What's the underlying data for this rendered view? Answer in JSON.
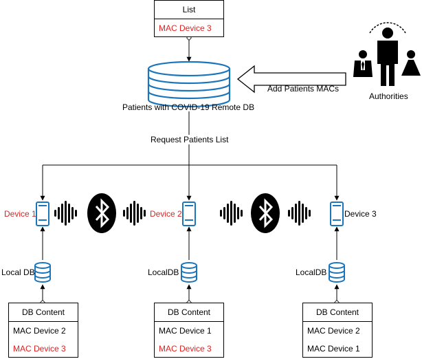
{
  "colors": {
    "accent_blue": "#1b75bb",
    "highlight_red": "#e02020",
    "line": "#000000"
  },
  "list_box": {
    "header": "List",
    "items": [
      {
        "text": "MAC Device 3",
        "color": "#e02020"
      }
    ]
  },
  "remote_db": {
    "label": "Patients with COVID-19 Remote DB",
    "icon": "database-icon"
  },
  "add_macs_label": "Add Patients MACs",
  "authorities_label": "Authorities",
  "request_label": "Request Patients List",
  "devices": [
    {
      "label": "Device 1",
      "color": "#e02020",
      "icon": "smartphone-icon"
    },
    {
      "label": "Device 2",
      "color": "#e02020",
      "icon": "smartphone-icon"
    },
    {
      "label": "Device 3",
      "color": "#000000",
      "icon": "smartphone-icon"
    }
  ],
  "local_db_labels": [
    "Local DB",
    "LocalDB",
    "LocalDB"
  ],
  "db_content_boxes": [
    {
      "header": "DB Content",
      "items": [
        {
          "text": "MAC Device 2",
          "color": "#000000"
        },
        {
          "text": "MAC Device 3",
          "color": "#e02020"
        }
      ]
    },
    {
      "header": "DB Content",
      "items": [
        {
          "text": "MAC Device 1",
          "color": "#000000"
        },
        {
          "text": "MAC Device 3",
          "color": "#e02020"
        }
      ]
    },
    {
      "header": "DB Content",
      "items": [
        {
          "text": "MAC Device 2",
          "color": "#000000"
        },
        {
          "text": "MAC Device 1",
          "color": "#000000"
        }
      ]
    }
  ],
  "icons": [
    "database-icon",
    "smartphone-icon",
    "bluetooth-icon",
    "sound-wave-icon",
    "people-icon",
    "arrow-left-icon"
  ]
}
